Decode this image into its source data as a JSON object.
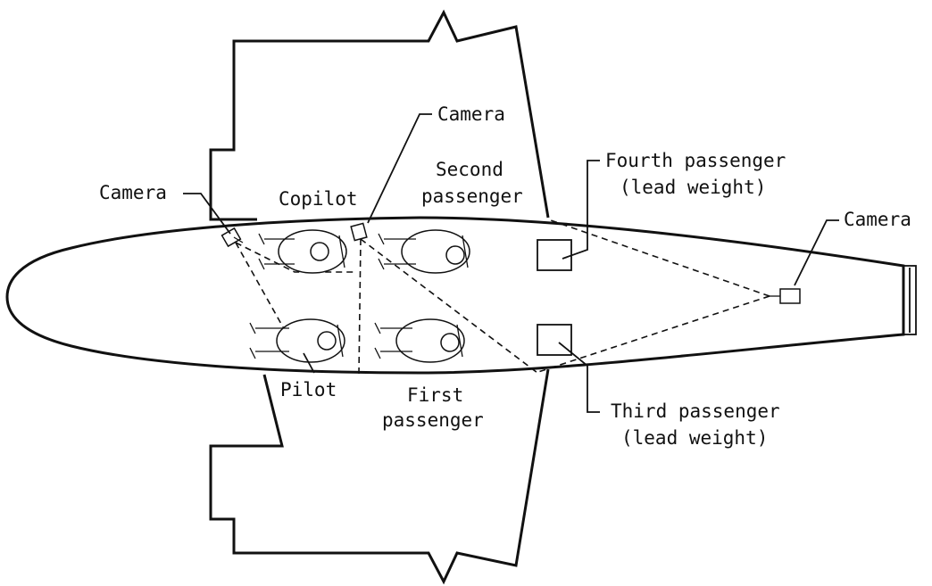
{
  "labels": {
    "camera_upper_left": "Camera",
    "camera_top": "Camera",
    "camera_right": "Camera",
    "copilot": "Copilot",
    "second_passenger_line1": "Second",
    "second_passenger_line2": "passenger",
    "fourth_passenger_line1": "Fourth passenger",
    "fourth_passenger_line2": "(lead weight)",
    "pilot": "Pilot",
    "first_passenger_line1": "First",
    "first_passenger_line2": "passenger",
    "third_passenger_line1": "Third passenger",
    "third_passenger_line2": "(lead weight)"
  }
}
